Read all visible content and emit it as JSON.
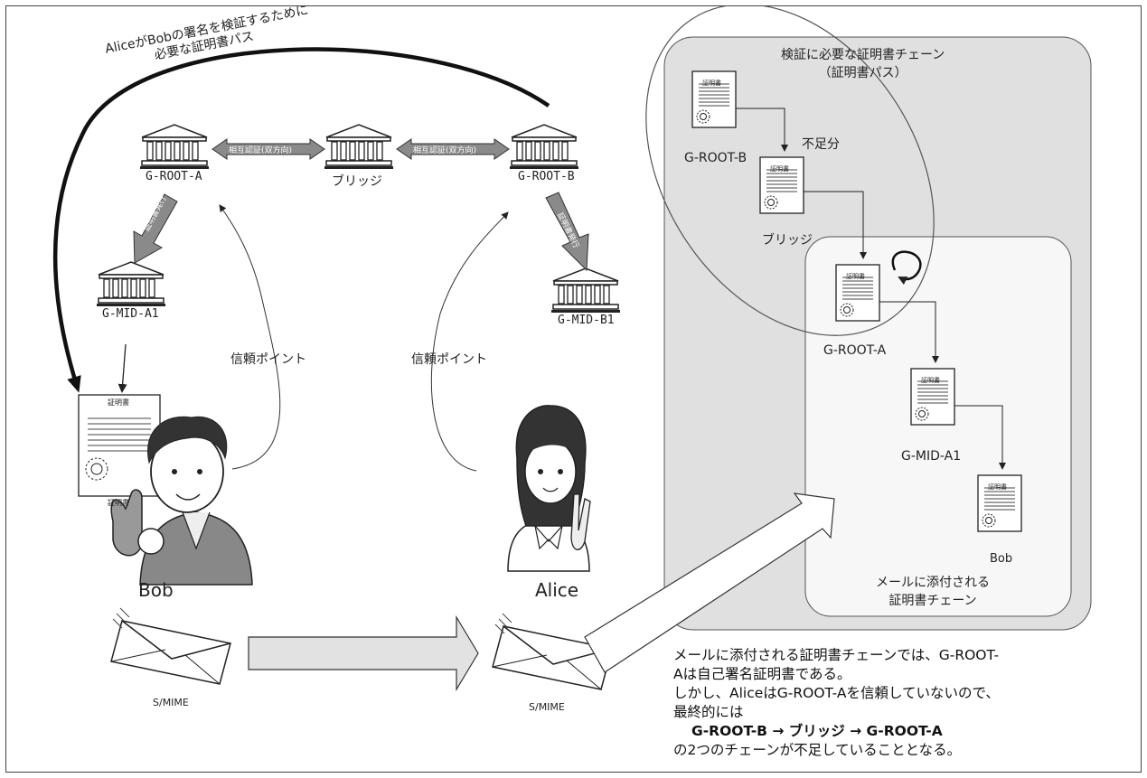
{
  "path_caption": [
    "AliceがBobの署名を検証するために",
    "必要な証明書パス"
  ],
  "nodes": {
    "g_root_a": "G-ROOT-A",
    "bridge": "ブリッジ",
    "g_root_b": "G-ROOT-B",
    "g_mid_a1": "G-MID-A1",
    "g_mid_b1": "G-MID-B1"
  },
  "arrow_labels": {
    "cross_left": "相互認証(双方向)",
    "cross_right": "相互認証(双方向)",
    "issue_left": "証明書発行",
    "issue_right": "証明書発行"
  },
  "trust_point": "信頼ポイント",
  "people": {
    "bob": "Bob",
    "alice": "Alice"
  },
  "cert_title": "証明書",
  "cert_footer": "証明書",
  "smime": "S/MIME",
  "panel": {
    "title": [
      "検証に必要な証明書チェーン",
      "（証明書パス）"
    ],
    "missing": "不足分",
    "chain": {
      "g_root_b": "G-ROOT-B",
      "bridge": "ブリッジ",
      "g_root_a": "G-ROOT-A",
      "g_mid_a1": "G-MID-A1",
      "bob": "Bob"
    },
    "attached_caption": [
      "メールに添付される",
      "証明書チェーン"
    ]
  },
  "note": [
    "メールに添付される証明書チェーンでは、G-ROOT-",
    "Aは自己署名証明書である。",
    "しかし、AliceはG-ROOT-Aを信頼していないので、",
    "最終的には",
    "G-ROOT-B → ブリッジ → G-ROOT-A",
    "の2つのチェーンが不足していることとなる。"
  ],
  "colors": {
    "panel": "#e0e0e0",
    "inner": "#f7f7f7",
    "arrow_fill": "#888888",
    "stroke": "#222222"
  }
}
